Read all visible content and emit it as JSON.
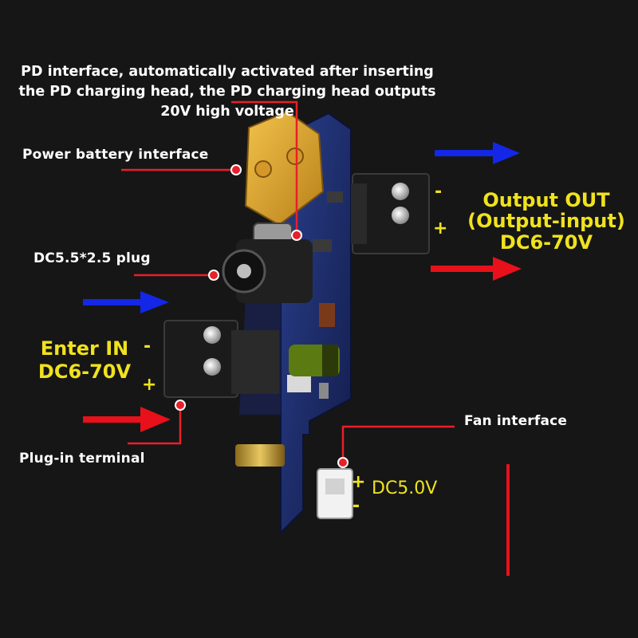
{
  "labels": {
    "pd_interface": [
      "PD interface, automatically activated after inserting",
      "the PD charging head, the PD charging head outputs",
      "20V high voltage"
    ],
    "power_battery": "Power battery interface",
    "dc_plug": "DC5.5*2.5 plug",
    "plug_in_terminal": "Plug-in terminal",
    "fan_interface": "Fan interface"
  },
  "input": {
    "title": "Enter IN",
    "range": "DC6-70V",
    "minus": "-",
    "plus": "+"
  },
  "output": {
    "title": "Output OUT",
    "subtitle": "(Output-input)",
    "range": "DC6-70V",
    "minus": "-",
    "plus": "+"
  },
  "fan": {
    "voltage": "DC5.0V",
    "plus": "+",
    "minus": "-"
  },
  "colors": {
    "background": "#161616",
    "label_text": "#ffffff",
    "accent_text": "#f0e21e",
    "leader_line": "#e8202a",
    "arrow_red": "#e8101a",
    "arrow_blue": "#1427e6",
    "pcb": "#1c2d6e",
    "terminal": "#1b1b1b",
    "xt_connector": "#e3a927"
  }
}
